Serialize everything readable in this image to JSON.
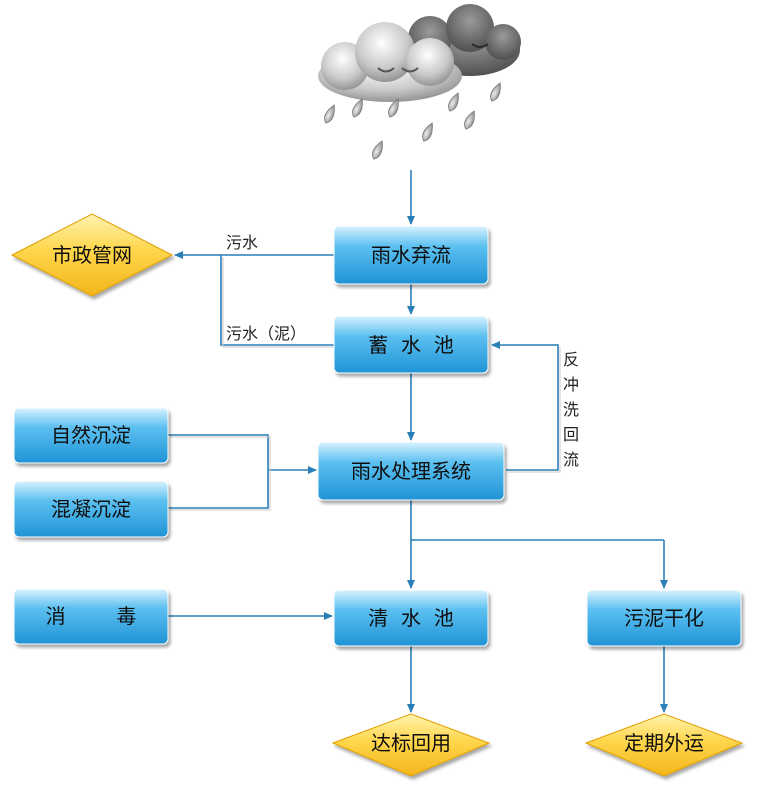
{
  "nodes": {
    "rain_diversion": "雨水弃流",
    "storage_tank": "蓄  水  池",
    "treatment_system": "雨水处理系统",
    "clear_water_tank": "清  水  池",
    "sludge_drying": "污泥干化",
    "natural_sedimentation": "自然沉淀",
    "coagulation_sedimentation": "混凝沉淀",
    "disinfection": "消        毒",
    "municipal_network": "市政管网",
    "reuse": "达标回用",
    "offsite_transport": "定期外运"
  },
  "edge_labels": {
    "sewage": "污水",
    "sewage_sludge": "污水（泥）",
    "backwash": [
      "反",
      "冲",
      "洗",
      "回",
      "流"
    ]
  },
  "colors": {
    "process_box": "#3bb0e8",
    "endpoint_diamond": "#ffd24a",
    "arrow_line": "#2b7fb8"
  },
  "icons": {
    "weather": "rain-cloud-icon"
  }
}
